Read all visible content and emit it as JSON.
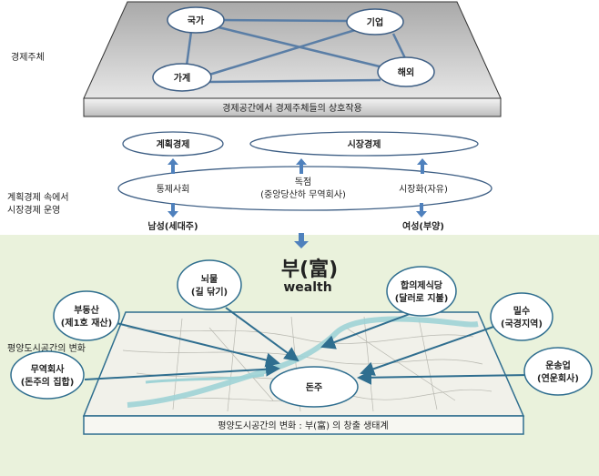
{
  "top": {
    "label": "경제주체",
    "nodes": [
      "국가",
      "기업",
      "가계",
      "해외"
    ],
    "caption": "경제공간에서 경제주체들의 상호작용"
  },
  "middle": {
    "planned": "계획경제",
    "market": "시장경제",
    "side_label_1": "계획경제 속에서",
    "side_label_2": "시장경제 운영",
    "control": "통제사회",
    "monopoly": "독점",
    "monopoly_sub": "(중앙당산하 무역회사)",
    "marketization": "시장화(자유)",
    "male": "남성(세대주)",
    "female": "여성(부양)"
  },
  "bottom": {
    "title": "부(富)",
    "subtitle": "wealth",
    "side_label": "평양도시공간의 변화",
    "center": "돈주",
    "caption": "평양도시공간의 변화 : 부(富) 의 창출 생태계",
    "bubbles": [
      {
        "l1": "뇌물",
        "l2": "(길 닦기)"
      },
      {
        "l1": "합의제식당",
        "l2": "(달러로 지불)"
      },
      {
        "l1": "부동산",
        "l2": "(제1호 재산)"
      },
      {
        "l1": "밀수",
        "l2": "(국경지역)"
      },
      {
        "l1": "무역회사",
        "l2": "(돈주의 집합)"
      },
      {
        "l1": "운송업",
        "l2": "(연운회사)"
      }
    ]
  },
  "colors": {
    "green_bg": "#eaf2dc",
    "line": "#5a7ea6",
    "arrow": "#2f6e8f",
    "platform": "#c8c8c8"
  }
}
